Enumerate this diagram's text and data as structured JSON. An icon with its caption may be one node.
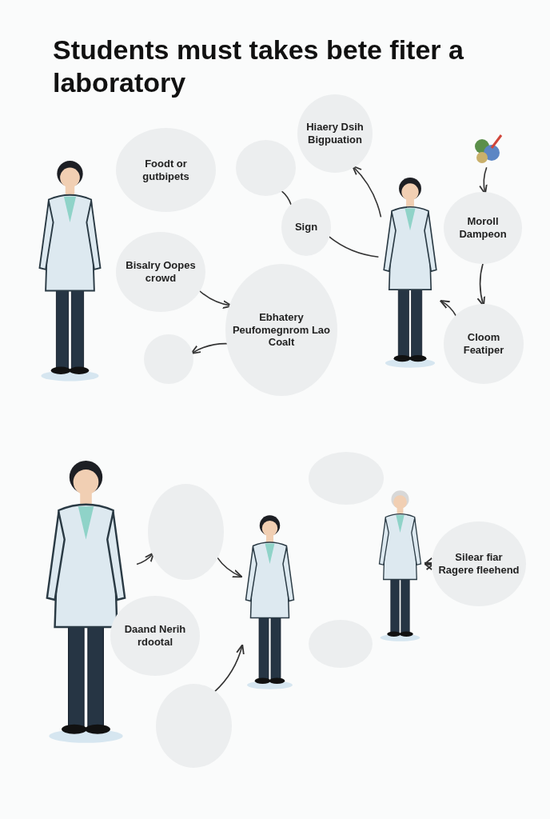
{
  "diagram": {
    "title": "Students must takes bete fiter a laboratory",
    "nodes": [
      {
        "text": [],
        "shape": "person"
      },
      {
        "text": [
          "Foodt or gutbipets"
        ]
      },
      {
        "text": [],
        "shape": "circle"
      },
      {
        "text": [
          "Hiaery Dsih Bigpuation"
        ]
      },
      {
        "text": [
          "Sign"
        ]
      },
      {
        "text": [],
        "shape": "person"
      },
      {
        "text": [],
        "shape": "picture"
      },
      {
        "text": [
          "Bisalry Oopes crowd"
        ]
      },
      {
        "text": [
          "Ebhatery Peufomegnrom Lao Coalt"
        ]
      },
      {
        "text": [
          "Moroll Dampeon"
        ]
      },
      {
        "text": [],
        "shape": "circle"
      },
      {
        "text": [
          "Cloom Featiper"
        ]
      },
      {
        "text": [],
        "shape": "person"
      },
      {
        "text": [],
        "shape": "circle"
      },
      {
        "text": [
          "Daand Nerih rdootal"
        ]
      },
      {
        "text": [],
        "shape": "circle"
      },
      {
        "text": [],
        "shape": "person"
      },
      {
        "text": [],
        "shape": "circle"
      },
      {
        "text": [],
        "shape": "person"
      },
      {
        "text": [
          "Silear fiar Ragere fleehend"
        ]
      },
      {
        "text": [],
        "shape": "circle"
      }
    ],
    "edges": [
      {
        "from": 4,
        "to": 2,
        "arrow": "none"
      },
      {
        "from": 4,
        "to": 5,
        "arrow": "none"
      },
      {
        "from": 5,
        "to": 3,
        "arrow": "to"
      },
      {
        "from": 6,
        "to": 9,
        "arrow": "to"
      },
      {
        "from": 9,
        "to": 11,
        "arrow": "to"
      },
      {
        "from": 11,
        "to": 5,
        "arrow": "to"
      },
      {
        "from": 7,
        "to": 8,
        "arrow": "to"
      },
      {
        "from": 8,
        "to": 10,
        "arrow": "to"
      },
      {
        "from": 12,
        "to": 13,
        "arrow": "to"
      },
      {
        "from": 13,
        "to": 16,
        "arrow": "to"
      },
      {
        "from": 15,
        "to": 16,
        "arrow": "to"
      },
      {
        "from": 18,
        "to": 19,
        "arrow": "both"
      },
      {
        "from": 19,
        "to": 18,
        "arrow": "to"
      }
    ]
  }
}
